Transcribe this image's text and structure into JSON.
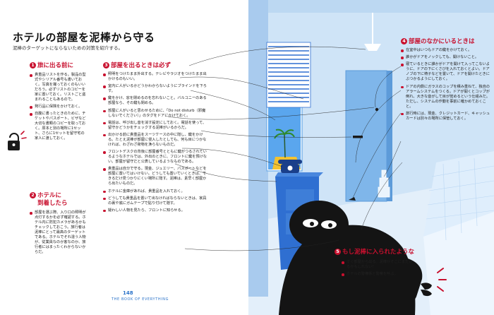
{
  "title": "ホテルの部屋を泥棒から守る",
  "subtitle": "泥棒のターゲットにならないための対策を紹介する。",
  "sections": {
    "s1": {
      "num": "1",
      "heading": "旅に出る前に",
      "items": [
        "貴重品リストを作る。製品の型式やシリアル番号も書いておく。写真を撮っておくのもいいだろう。必ずリストのコピーを家に置いておく。リストごと盗まれることもあるので。",
        "発行品に保険をかけておく。",
        "自腹に書ったときのために、チケットやパスポート、ビザなど大切な書類のコピーを取っておく。原本と別の場所に1セット、さらに1セットを留守宅の家人に渡しておく。"
      ]
    },
    "s2": {
      "num": "2",
      "heading_l1": "ホテルに",
      "heading_l2": "到着したら",
      "items": [
        "部屋を選ぶ際、入り口の照明が点灯するかを必ず確認する。ホテル内に防犯カメラがあるかもチェックしておこう。旅行者は泥棒にとって最高のターゲットである。ホテルでそれ違う人物が、従業員なのか客なのか、旅行者にはまったくわからないからだ。"
      ]
    },
    "s3": {
      "num": "3",
      "heading": "部屋を出るときは必ず",
      "items": [
        "照明をつけたまま外出する。テレビやラジオをつけたまま出かけるのもいい。",
        "室内に人がいるかどうかわからないようにブラインドを下ろす。",
        "鍵をかけ、窓を閉めるのを忘れないこと。バルコニーのある部屋なら、その鍵も閉める。",
        "部屋に人がいると思わせるために、「Do not disturb（邪魔しないでください）」のタグをドアにかけておく。",
        "電話は、呼び出し音を消す設定にしておく。電話を使って、留守かどうかをチェックする泥棒がいるからだ。",
        "出かける前に貴重品をスーツケースの中に隠し、鍵をかける。たとえ泥棒が部屋に侵入したとしても、何も目につかなければ、わざわざ荷物を漁らないものだ。",
        "フロントデスクの背後に部屋番号とともに鍵がつるされているようなホテルでは、外出のときに、フロントに鍵を預けない。部屋が留守だと公表しているようなものである。",
        "貴重品は自分で守る。現金、ジュエリー、パスポートなどを部屋に置いてはいけない。どうしても置いていくときは、できるだけ見つかりにくい場所に隠す。泥棒は、素早く部屋から出たいものだ。",
        "ホテルに金庫があれば、貴重品を入れておく。",
        "どうしても貴重品を置いて出なければならないときは、家具の裏や底にガムテープで貼り付けて隠す。",
        "疑わしい人物を見たら、フロントに知らせる。"
      ]
    },
    "s4": {
      "num": "4",
      "heading": "部屋のなかにいるときは",
      "items": [
        "在室中はいつもドアの鍵をかけておく。",
        "誰かがドアをノックしても、開けないこと。",
        "寝ているときに誰かがドアを開けて入ってこないように、ドアの下にくさびを入れておくとよい。ドアノブの下に椅子などを置いて、ドアを開けたときにぶつかるようにしておく。",
        "ドアの内側にガラスのコップを積み重ねて、独自のアラームシステムをつくる。ドアが開くとコップが倒れ、大きな音がして目が覚めるという仕組みだ。ただし、システムの作動を事前に確かめておくこと。",
        "旅行時には、現金、クレジットカード、キャッシュカードは別々の場所に保管しておく。"
      ]
    },
    "s5": {
      "num": "5",
      "heading": "もし泥棒に入られたような",
      "items": [
        "すぐ部屋から出る。泥棒がそこにまだいるかもしれない！",
        "ホテルの警備係と警察を呼ぶ。"
      ]
    }
  },
  "footer": {
    "page": "148",
    "book": "THE BOOK OF EVERYTHING"
  },
  "colors": {
    "accent": "#c8102e",
    "wall": "#cfe4f7",
    "door": "#7fb6ea",
    "furniture": "#2f6fd1",
    "sky": "#5aa6ee"
  },
  "icons": {
    "lock": "padlock-icon",
    "alarm": "red-alarm-burst-icon"
  }
}
